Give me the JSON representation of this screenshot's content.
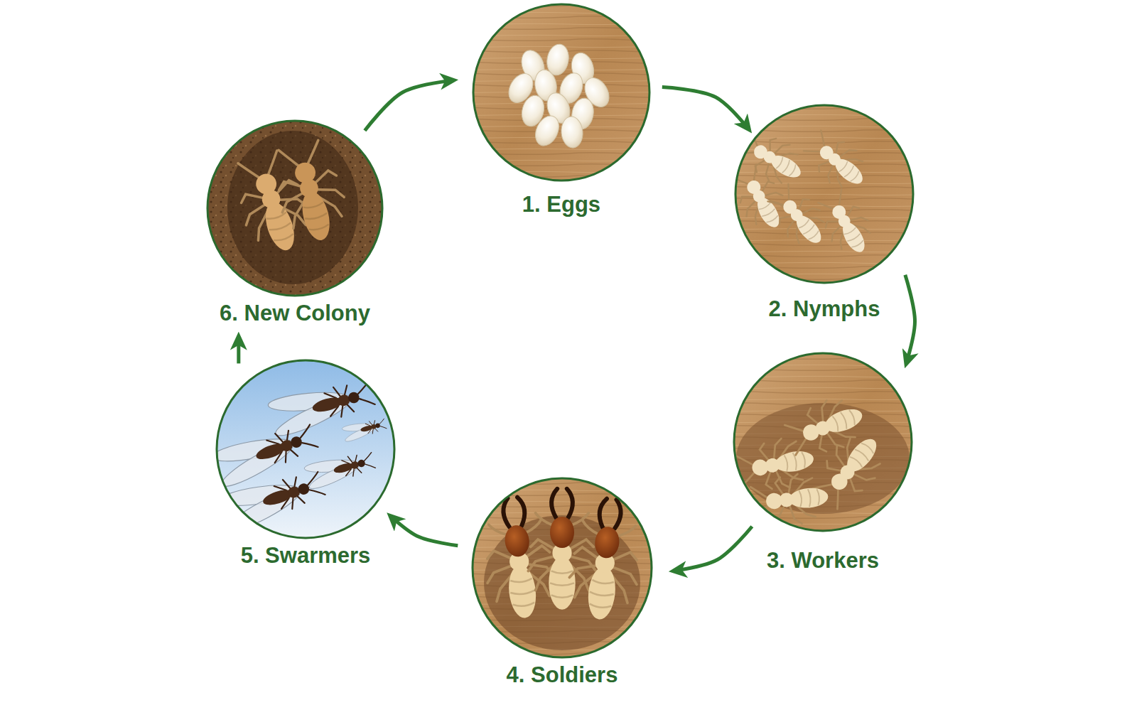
{
  "diagram": {
    "nodes": [
      {
        "text": [
          "1. Eggs"
        ]
      },
      {
        "text": [
          "2. Nymphs"
        ]
      },
      {
        "text": [
          "3. Workers"
        ]
      },
      {
        "text": [
          "4. Soldiers"
        ]
      },
      {
        "text": [
          "5. Swarmers"
        ]
      },
      {
        "text": [
          "6. New Colony"
        ]
      }
    ],
    "edges": [
      {
        "from": 0,
        "to": 1,
        "arrow": "to"
      },
      {
        "from": 1,
        "to": 2,
        "arrow": "to"
      },
      {
        "from": 2,
        "to": 3,
        "arrow": "to"
      },
      {
        "from": 3,
        "to": 4,
        "arrow": "to"
      },
      {
        "from": 4,
        "to": 5,
        "arrow": "to"
      },
      {
        "from": 5,
        "to": 0,
        "arrow": "to"
      }
    ]
  }
}
